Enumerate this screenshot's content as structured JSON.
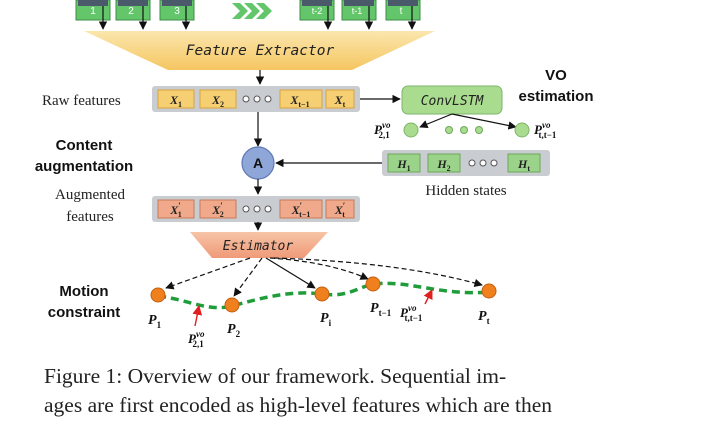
{
  "frames": [
    {
      "label": "1"
    },
    {
      "label": "2"
    },
    {
      "label": "3"
    },
    {
      "label": "t-2"
    },
    {
      "label": "t-1"
    },
    {
      "label": "t"
    }
  ],
  "feature_extractor": "Feature Extractor",
  "raw_features": {
    "label": "Raw features",
    "cells": [
      {
        "base": "X",
        "sub": "1"
      },
      {
        "base": "X",
        "sub": "2"
      },
      {
        "base": "X",
        "sub": "t−1"
      },
      {
        "base": "X",
        "sub": "t"
      }
    ]
  },
  "convlstm": "ConvLSTM",
  "vo_estimation": {
    "line1": "VO",
    "line2": "estimation"
  },
  "vo_outputs": [
    {
      "base": "P",
      "sub": "2,1",
      "sup": "vo"
    },
    {
      "base": "P",
      "sub": "t,t−1",
      "sup": "vo"
    }
  ],
  "content_augmentation": {
    "line1": "Content",
    "line2": "augmentation"
  },
  "augment_node": "A",
  "hidden_states": {
    "label": "Hidden states",
    "cells": [
      {
        "base": "H",
        "sub": "1"
      },
      {
        "base": "H",
        "sub": "2"
      },
      {
        "base": "H",
        "sub": "t"
      }
    ]
  },
  "augmented_features": {
    "line1": "Augmented",
    "line2": "features",
    "cells": [
      {
        "base": "X",
        "sub": "1",
        "prime": "′"
      },
      {
        "base": "X",
        "sub": "2",
        "prime": "′"
      },
      {
        "base": "X",
        "sub": "t−1",
        "prime": "′"
      },
      {
        "base": "X",
        "sub": "t",
        "prime": "′"
      }
    ]
  },
  "estimator": "Estimator",
  "motion_constraint": {
    "line1": "Motion",
    "line2": "constraint"
  },
  "poses": [
    {
      "base": "P",
      "sub": "1"
    },
    {
      "base": "P",
      "sub": "2"
    },
    {
      "base": "P",
      "sub": "i"
    },
    {
      "base": "P",
      "sub": "t−1"
    },
    {
      "base": "P",
      "sub": "t"
    }
  ],
  "curve_labels": [
    {
      "base": "P",
      "sub": "2,1",
      "sup": "vo"
    },
    {
      "base": "P",
      "sub": "t,t−1",
      "sup": "vo"
    }
  ],
  "caption": {
    "line1": "Figure 1:  Overview of our framework.  Sequential im-",
    "line2": "ages are first encoded as high-level features which are then"
  },
  "colors": {
    "frame_green": "#63c66a",
    "extractor_gold": "#f7d27a",
    "panel_gray": "#c9cdd1",
    "raw_cell": "#f6cf72",
    "aug_cell": "#f0a98a",
    "hidden_cell": "#9bd38a",
    "convlstm_green": "#a9dc8f",
    "augment_node": "#8fa6d8",
    "pose_orange": "#f07f1e",
    "trajectory_green": "#1f9d3a",
    "vo_arrow_red": "#e01f1f"
  }
}
